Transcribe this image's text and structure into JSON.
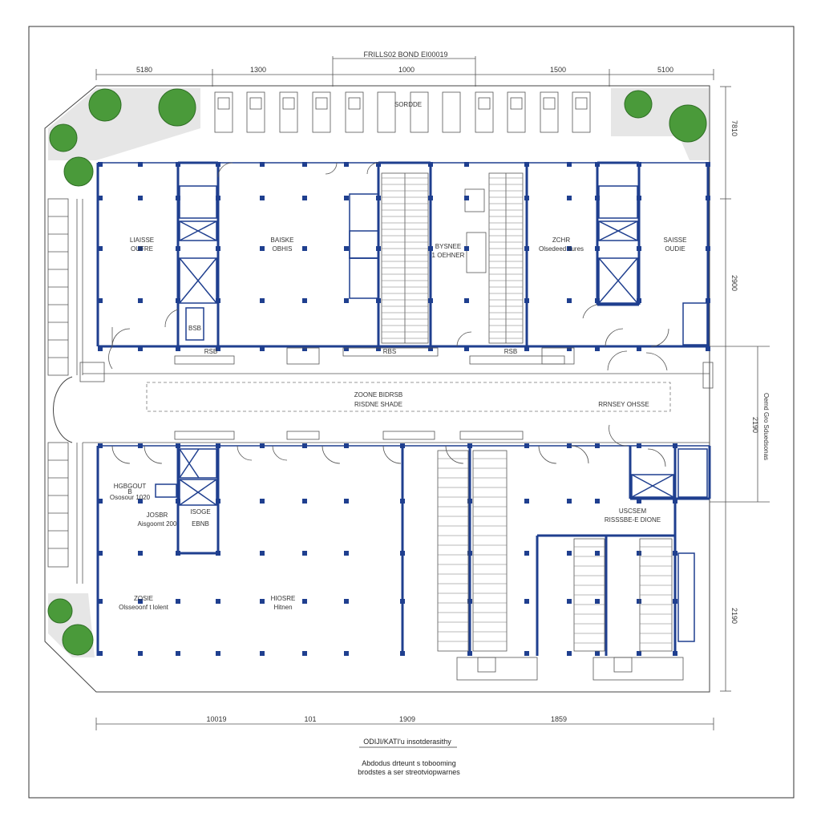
{
  "title": "FRILLS02 BOND EI00019",
  "dimensions": {
    "top": [
      "5180",
      "1300",
      "1000",
      "1500",
      "5100"
    ],
    "bottom": [
      "10019",
      "101",
      "1909",
      "1859"
    ],
    "right": [
      "7810",
      "2900",
      "2190",
      "2190"
    ]
  },
  "rooms": {
    "top_left": {
      "line1": "LIAISSE",
      "line2": "OUFRE"
    },
    "top_center_left": {
      "line1": "BAISKE",
      "line2": "OBHIS"
    },
    "top_center": {
      "line1": "BYSNEE",
      "line2": "1 OEHNER"
    },
    "top_zone": {
      "line1": "ZCHR",
      "line2": "Olsedeed tiures"
    },
    "top_right": {
      "line1": "SAISSE",
      "line2": "OUDIE"
    },
    "corridor": {
      "line1": "ZOONE BIDRSB",
      "line2": "RISDNE SHADE"
    },
    "corridor_right": {
      "line1": "RRNSEY OHSSE"
    },
    "mid_left_a": {
      "line1": "HGBGOUT",
      "line2": "B",
      "line3": "Ososour 1020"
    },
    "mid_left_b": {
      "line1": "JOSBR",
      "line2": "Aisgoomt 200"
    },
    "mid_left_c": {
      "line1": "ISOGE",
      "line2": "EBNB"
    },
    "bottom_left": {
      "line1": "ZOSIE",
      "line2": "Olsseoonf t lolent"
    },
    "bottom_center": {
      "line1": "HIOSRE",
      "line2": "Hitnen"
    },
    "bottom_right": {
      "line1": "USCSEM",
      "line2": "RISSSBE-E DIONE"
    },
    "tag_top": "SORDDE",
    "tag_rsb": "RSB",
    "tag_rbs": "RBS",
    "tag_rsb2": "RSB",
    "tag_bsb": "BSB",
    "right_vertical": "Oemd Gro Sduedsonas"
  },
  "caption": {
    "line1": "ODIJI/KATI'u insotderasithy",
    "line2": "Abdodus drteunt s tobooming",
    "line3": "brodstes a ser streotviopwarnes"
  }
}
